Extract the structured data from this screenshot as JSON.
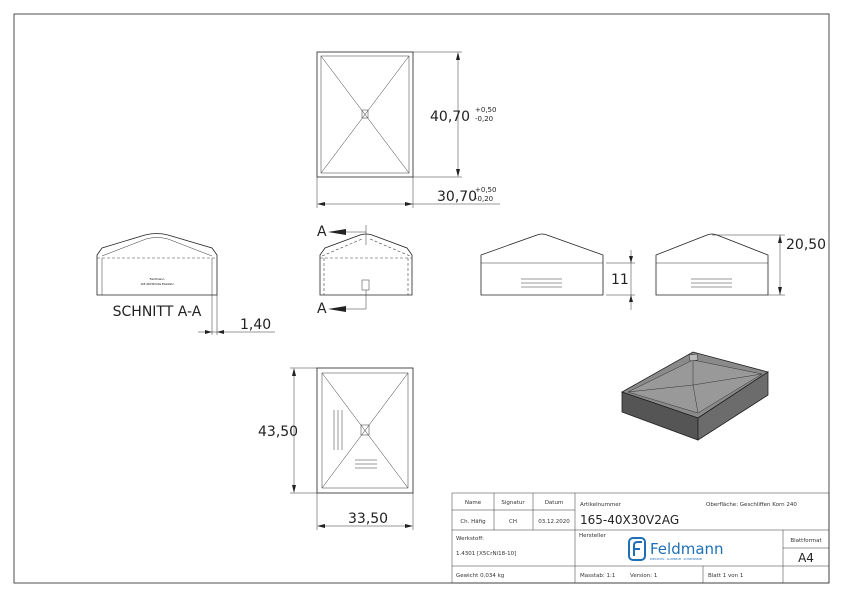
{
  "dimensions": {
    "top_height": "40,70",
    "top_height_tol_upper": "+0,50",
    "top_height_tol_lower": "-0,20",
    "top_width": "30,70",
    "top_width_tol_upper": "+0,50",
    "top_width_tol_lower": "-0,20",
    "side_height_body": "11",
    "side_height_total": "20,50",
    "wall_thickness": "1,40",
    "bottom_height": "43,50",
    "bottom_width": "33,50"
  },
  "section": {
    "label": "SCHNITT A-A",
    "marker": "A",
    "engraving_line1": "Feldmann",
    "engraving_line2": "165-40X30V2AG Edelstahl"
  },
  "title_block": {
    "name_label": "Name",
    "signature_label": "Signatur",
    "date_label": "Datum",
    "name": "Ch. Häfig",
    "signature": "CH",
    "date": "03.12.2020",
    "article_label": "Artikelnummer",
    "article_number": "165-40X30V2AG",
    "surface": "Oberfläche:  Geschliffen Korn 240",
    "material_label": "Werkstoff:",
    "material": "1.4301 [X5CrNi18-10]",
    "manufacturer_label": "Hersteller",
    "format_label": "Blattformat",
    "format": "A4",
    "weight": "Gewicht 0,034 kg",
    "scale": "Masstab: 1:1",
    "version": "Version: 1",
    "sheet": "Blatt 1 von 1",
    "logo_text": "Feldmann",
    "logo_tagline": "EDELSTAHL · ALUMINIUM · SCHWEISSEREI",
    "logo_color": "#1e6fb5"
  }
}
